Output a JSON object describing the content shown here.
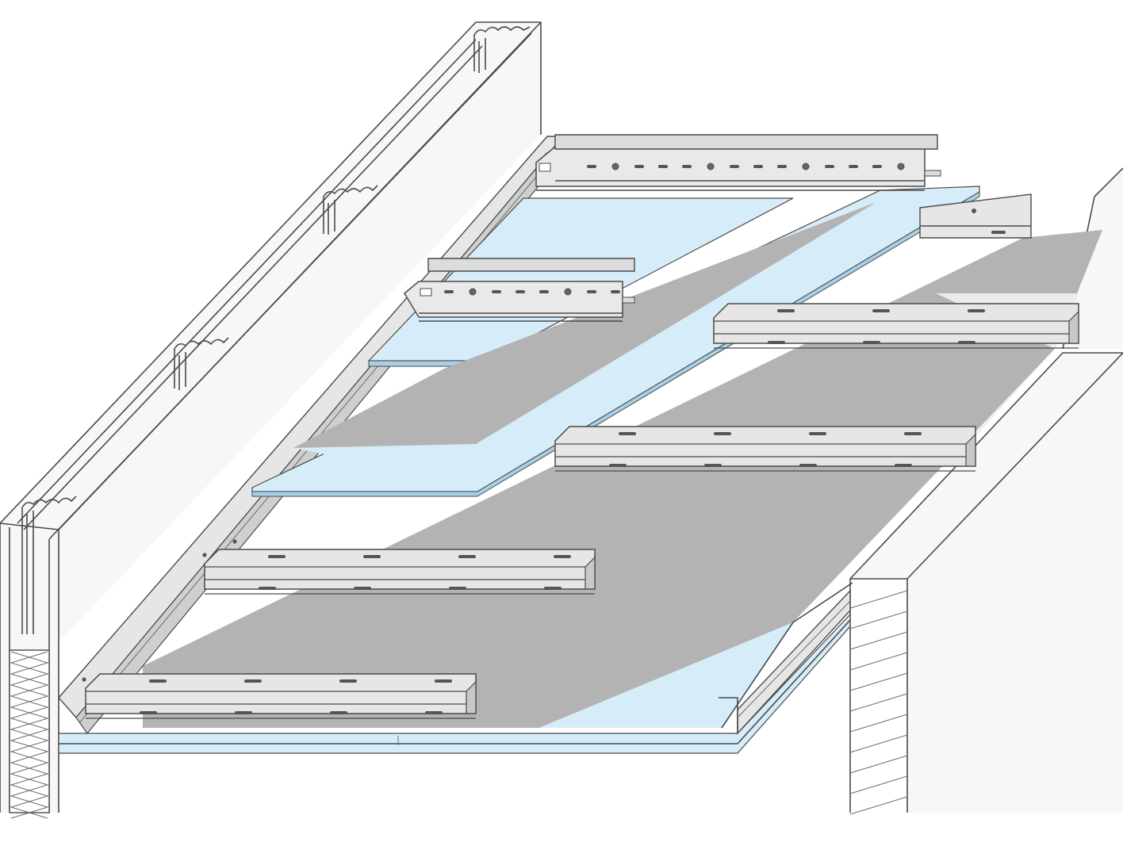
{
  "diagram": {
    "title": "",
    "colors": {
      "background": "#ffffff",
      "wall": "#f7f7f7",
      "outline": "#4a4a4a",
      "gypsum_board": "#b3b3b3",
      "mineral_board": "#d6ecf8",
      "mineral_board_edge": "#a9cfe6",
      "steel_profile": "#e6e6e6",
      "steel_profile_shade": "#c8c8c8",
      "slot": "#555555",
      "insulation": "#ffffff"
    },
    "components": [
      "left-stud-wall",
      "insulation-batt",
      "right-masonry-wall",
      "perimeter-channel-left",
      "perimeter-channel-right",
      "upper-main-runner",
      "short-main-runner",
      "cross-profile",
      "gypsum-board-layer",
      "mineral-board-strip",
      "mineral-board-base"
    ]
  }
}
